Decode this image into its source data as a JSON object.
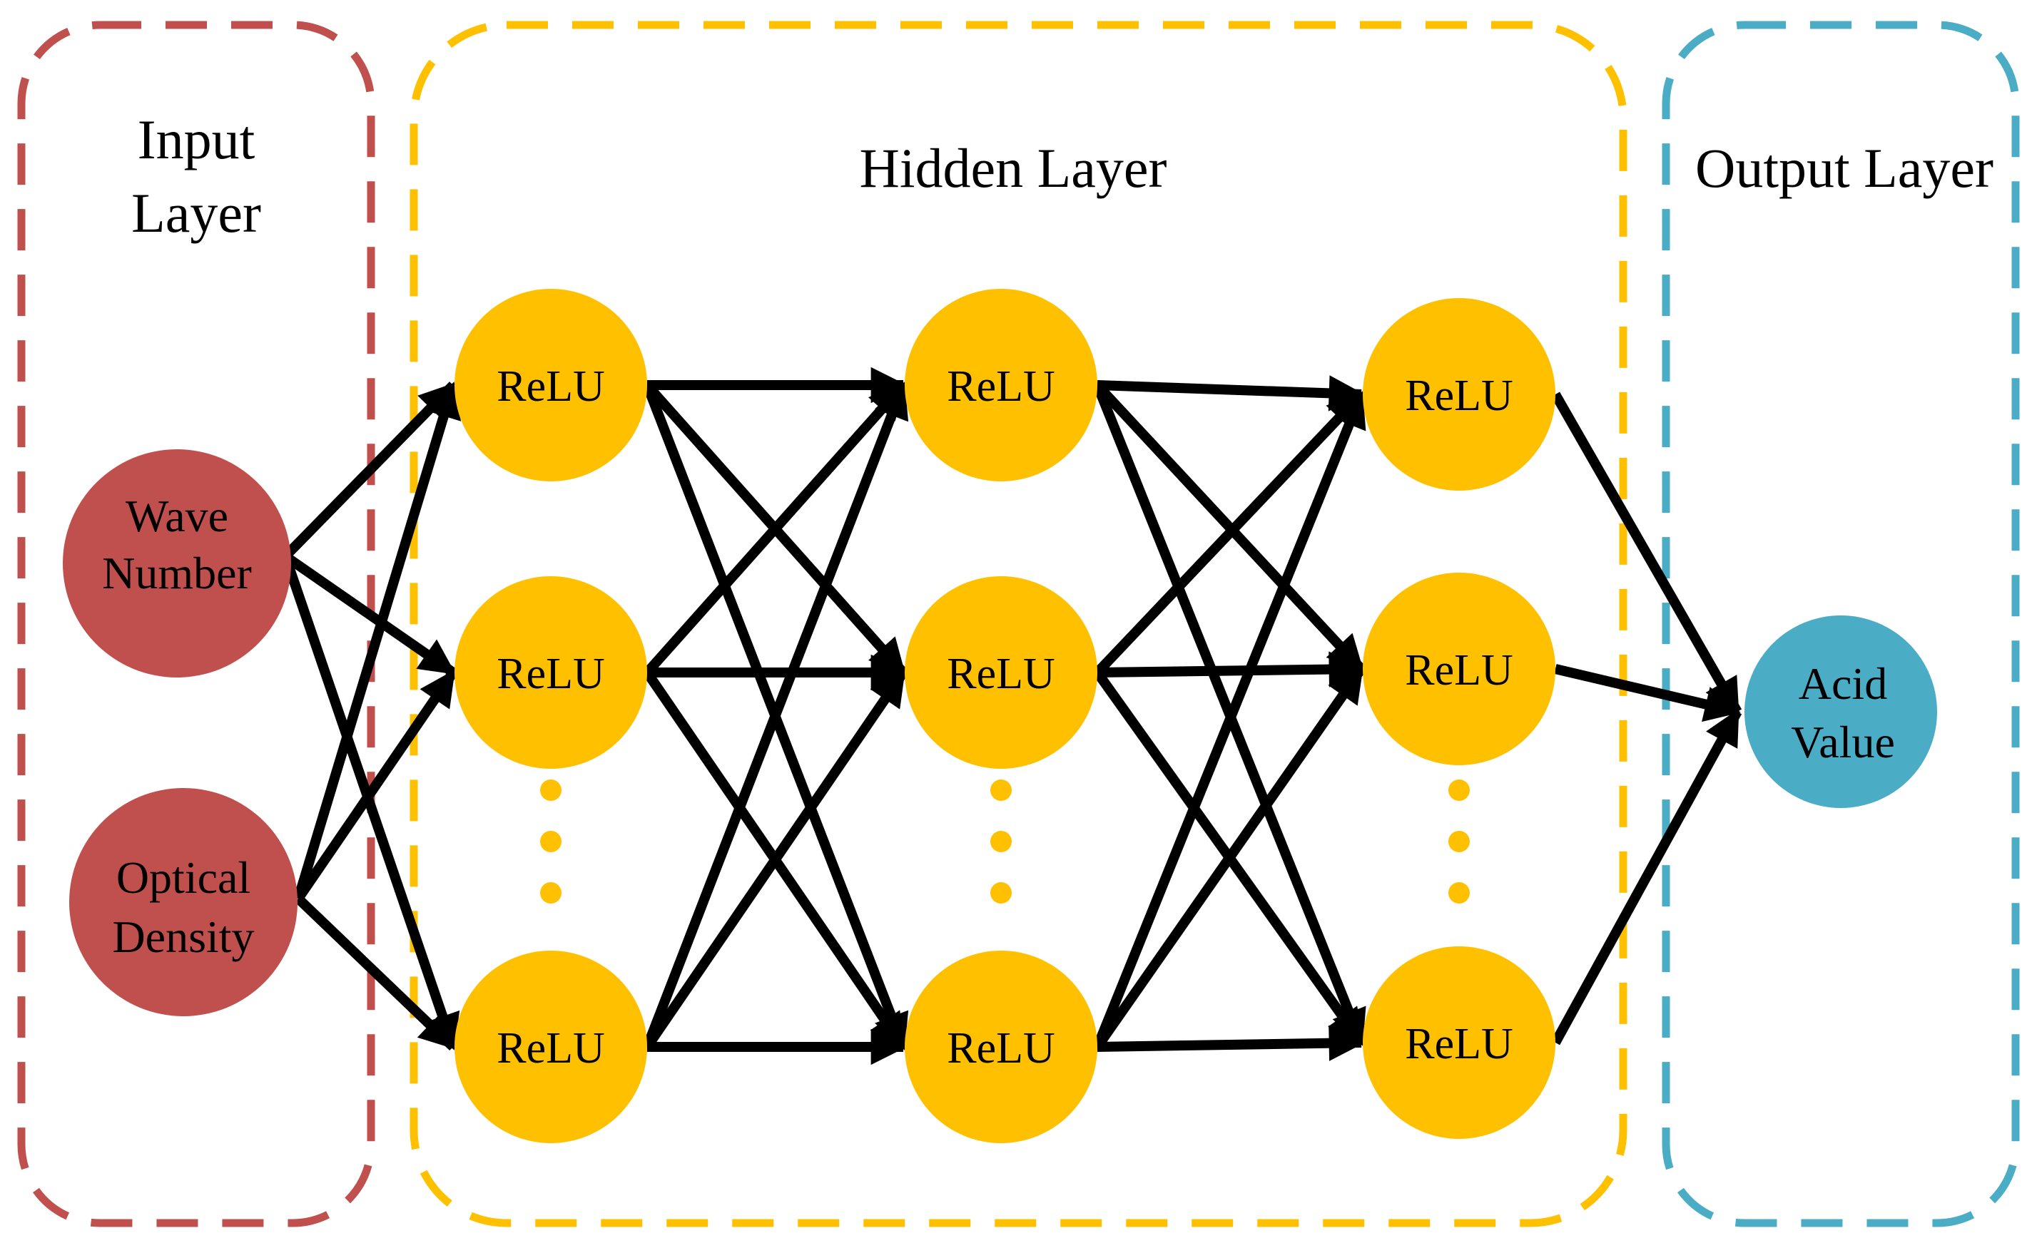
{
  "groups": {
    "input": {
      "title_line1": "Input",
      "title_line2": "Layer"
    },
    "hidden": {
      "title": "Hidden Layer"
    },
    "output": {
      "title": "Output Layer"
    }
  },
  "input_nodes": [
    {
      "line1": "Wave",
      "line2": "Number"
    },
    {
      "line1": "Optical",
      "line2": "Density"
    }
  ],
  "hidden_node_label": "ReLU",
  "hidden_layers": [
    {
      "nodes": [
        "ReLU",
        "ReLU",
        "ReLU"
      ]
    },
    {
      "nodes": [
        "ReLU",
        "ReLU",
        "ReLU"
      ]
    },
    {
      "nodes": [
        "ReLU",
        "ReLU",
        "ReLU"
      ]
    }
  ],
  "output_node": {
    "line1": "Acid",
    "line2": "Value"
  },
  "colors": {
    "input": "#C0504D",
    "hidden": "#FFC000",
    "output": "#4BACC6",
    "arrow": "#000000"
  }
}
